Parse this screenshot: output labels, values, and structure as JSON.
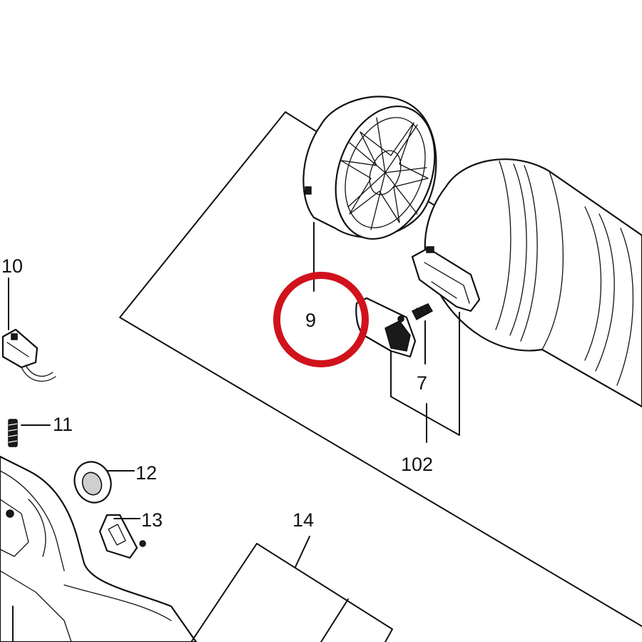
{
  "callouts": [
    {
      "id": "10",
      "label": "10"
    },
    {
      "id": "11",
      "label": "11"
    },
    {
      "id": "12",
      "label": "12"
    },
    {
      "id": "13",
      "label": "13"
    },
    {
      "id": "14",
      "label": "14"
    },
    {
      "id": "9",
      "label": "9"
    },
    {
      "id": "7",
      "label": "7"
    },
    {
      "id": "102",
      "label": "102"
    }
  ],
  "highlight": {
    "callout": "9",
    "color": "#d0121c"
  },
  "colors": {
    "line": "#111111",
    "background": "#ffffff"
  }
}
